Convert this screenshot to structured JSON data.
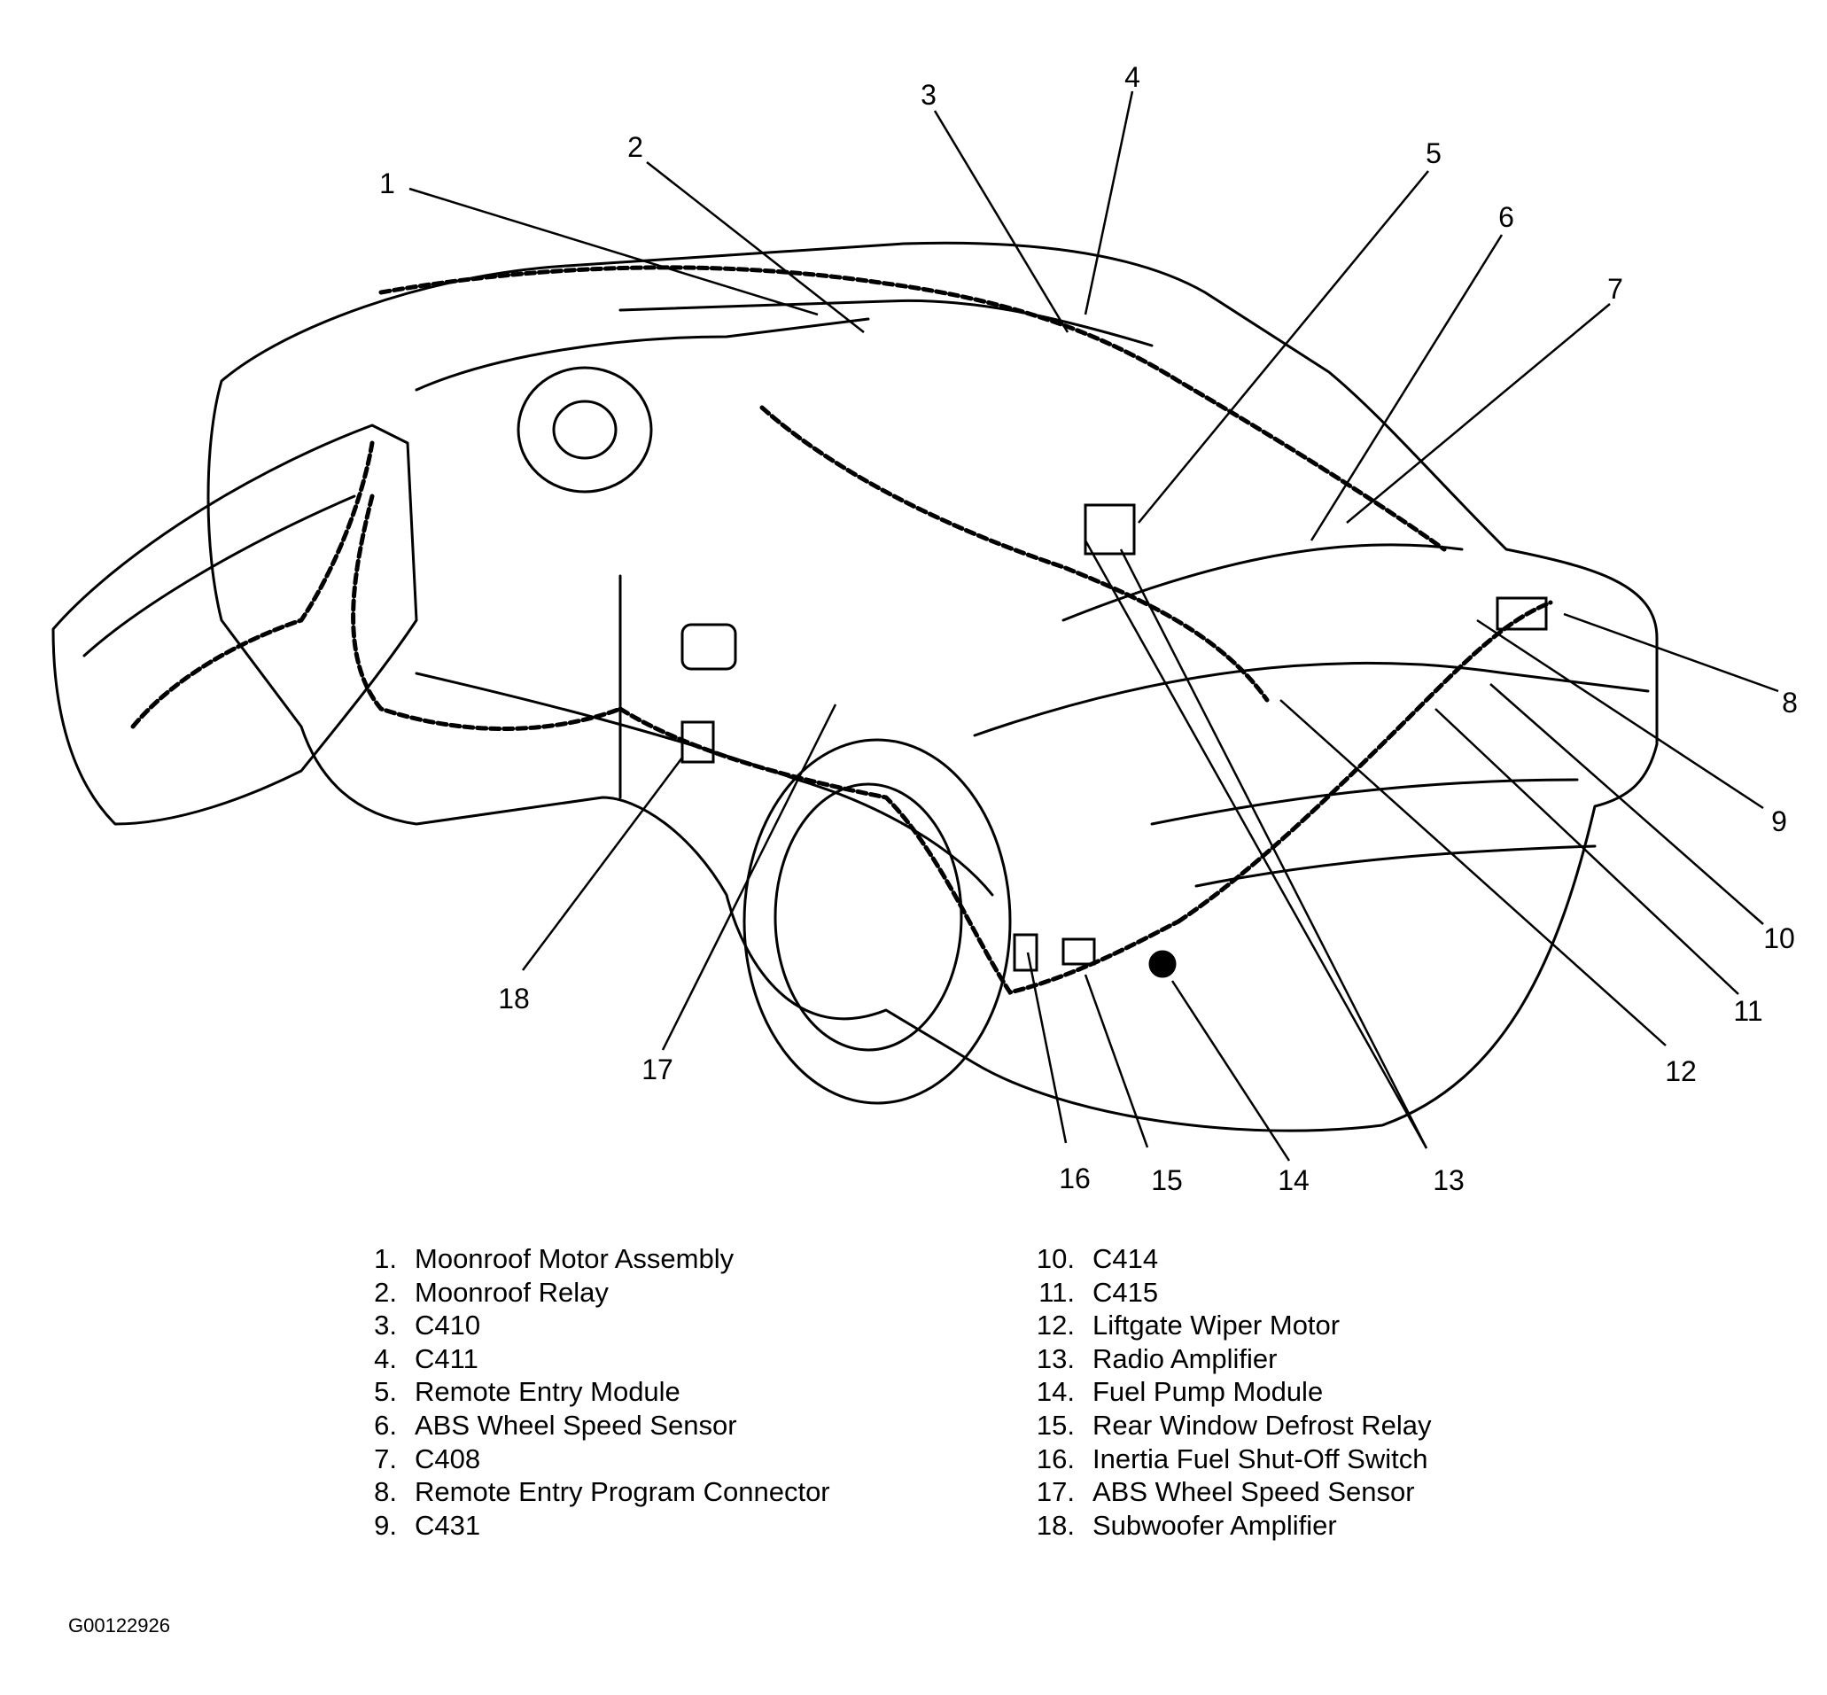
{
  "diagram": {
    "callout_numbers": [
      "1",
      "2",
      "3",
      "4",
      "5",
      "6",
      "7",
      "8",
      "9",
      "10",
      "11",
      "12",
      "13",
      "14",
      "15",
      "16",
      "17",
      "18"
    ]
  },
  "legend": {
    "items": [
      {
        "num": "1.",
        "label": "Moonroof Motor Assembly"
      },
      {
        "num": "2.",
        "label": "Moonroof Relay"
      },
      {
        "num": "3.",
        "label": "C410"
      },
      {
        "num": "4.",
        "label": "C411"
      },
      {
        "num": "5.",
        "label": "Remote Entry Module"
      },
      {
        "num": "6.",
        "label": "ABS Wheel Speed Sensor"
      },
      {
        "num": "7.",
        "label": "C408"
      },
      {
        "num": "8.",
        "label": "Remote Entry Program Connector"
      },
      {
        "num": "9.",
        "label": "C431"
      },
      {
        "num": "10.",
        "label": "C414"
      },
      {
        "num": "11.",
        "label": "C415"
      },
      {
        "num": "12.",
        "label": "Liftgate Wiper Motor"
      },
      {
        "num": "13.",
        "label": "Radio Amplifier"
      },
      {
        "num": "14.",
        "label": "Fuel Pump Module"
      },
      {
        "num": "15.",
        "label": "Rear Window Defrost Relay"
      },
      {
        "num": "16.",
        "label": "Inertia Fuel Shut-Off Switch"
      },
      {
        "num": "17.",
        "label": "ABS Wheel Speed Sensor"
      },
      {
        "num": "18.",
        "label": "Subwoofer Amplifier"
      }
    ]
  },
  "figure_id": "G00122926"
}
